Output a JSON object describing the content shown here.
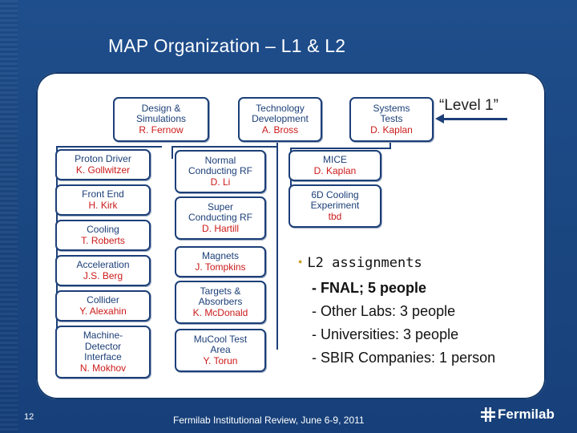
{
  "slide": {
    "title": "MAP Organization – L1 & L2",
    "page_number": "12",
    "footer": "Fermilab Institutional Review, June 6-9, 2011",
    "logo_text": "Fermilab"
  },
  "level1": {
    "label": "“Level 1”",
    "boxes": [
      {
        "title": "Design & Simulations",
        "name": "R. Fernow"
      },
      {
        "title": "Technology Development",
        "name": "A. Bross"
      },
      {
        "title": "Systems Tests",
        "name": "D. Kaplan"
      }
    ]
  },
  "design_column": [
    {
      "title": "Proton Driver",
      "name": "K. Gollwitzer"
    },
    {
      "title": "Front End",
      "name": "H. Kirk"
    },
    {
      "title": "Cooling",
      "name": "T. Roberts"
    },
    {
      "title": "Acceleration",
      "name": "J.S. Berg"
    },
    {
      "title": "Collider",
      "name": "Y. Alexahin"
    },
    {
      "title": "Machine-Detector Interface",
      "name": "N. Mokhov"
    }
  ],
  "technology_column": [
    {
      "title": "Normal Conducting RF",
      "name": "D. Li"
    },
    {
      "title": "Super Conducting RF",
      "name": "D. Hartill"
    },
    {
      "title": "Magnets",
      "name": "J. Tompkins"
    },
    {
      "title": "Targets & Absorbers",
      "name": "K. McDonald"
    },
    {
      "title": "MuCool Test Area",
      "name": "Y. Torun"
    }
  ],
  "systems_column": [
    {
      "title": "MICE",
      "name": "D. Kaplan"
    },
    {
      "title": "6D Cooling Experiment",
      "name": "tbd"
    }
  ],
  "assignments": {
    "heading": "L2 assignments",
    "items": [
      "- FNAL; 5 people",
      "- Other Labs: 3 people",
      "- Universities: 3 people",
      "- SBIR Companies: 1 person"
    ]
  }
}
